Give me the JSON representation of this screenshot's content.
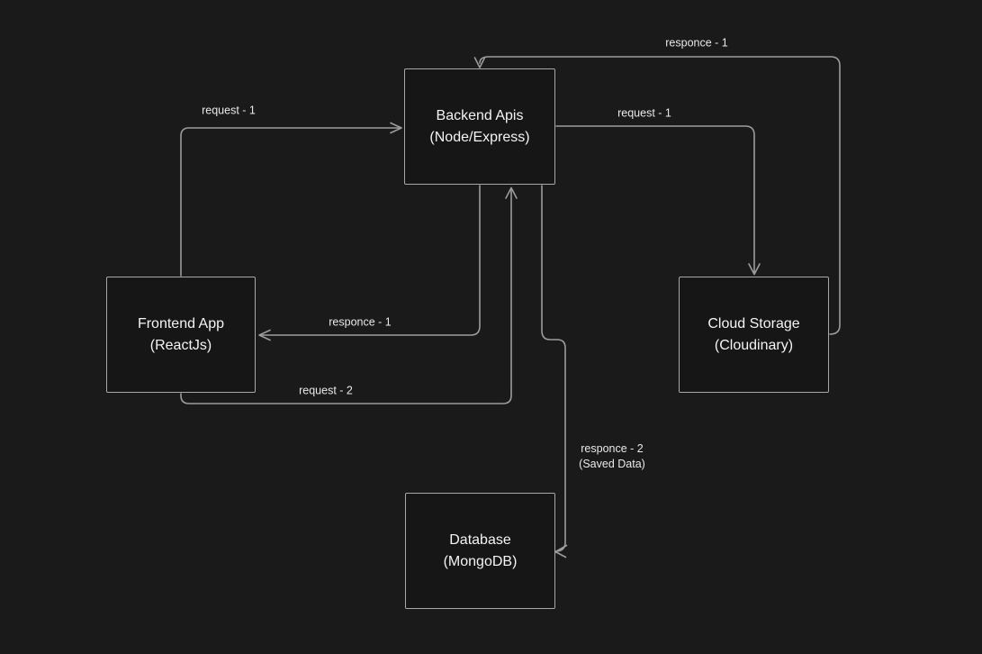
{
  "diagram": {
    "type": "architecture-flow",
    "background_color": "#1a1a1a",
    "stroke_color": "#9c9c9c",
    "text_color": "#f4f4f4"
  },
  "nodes": [
    {
      "id": "backend",
      "title": "Backend Apis",
      "subtitle": "(Node/Express)"
    },
    {
      "id": "frontend",
      "title": "Frontend App",
      "subtitle": "(ReactJs)"
    },
    {
      "id": "cloud",
      "title": "Cloud Storage",
      "subtitle": "(Cloudinary)"
    },
    {
      "id": "database",
      "title": "Database",
      "subtitle": "(MongoDB)"
    }
  ],
  "edges": [
    {
      "label": "request - 1",
      "from": "Frontend App",
      "to": "Backend Apis"
    },
    {
      "label": "responce - 1",
      "from": "Cloud Storage",
      "to": "Backend Apis"
    },
    {
      "label": "request - 1",
      "from": "Backend Apis",
      "to": "Cloud Storage"
    },
    {
      "label": "responce - 1",
      "from": "Backend Apis",
      "to": "Frontend App"
    },
    {
      "label": "request - 2",
      "from": "Frontend App",
      "to": "Backend Apis"
    },
    {
      "label": "responce - 2",
      "sublabel": "(Saved Data)",
      "from": "Backend Apis",
      "to": "Database"
    }
  ]
}
